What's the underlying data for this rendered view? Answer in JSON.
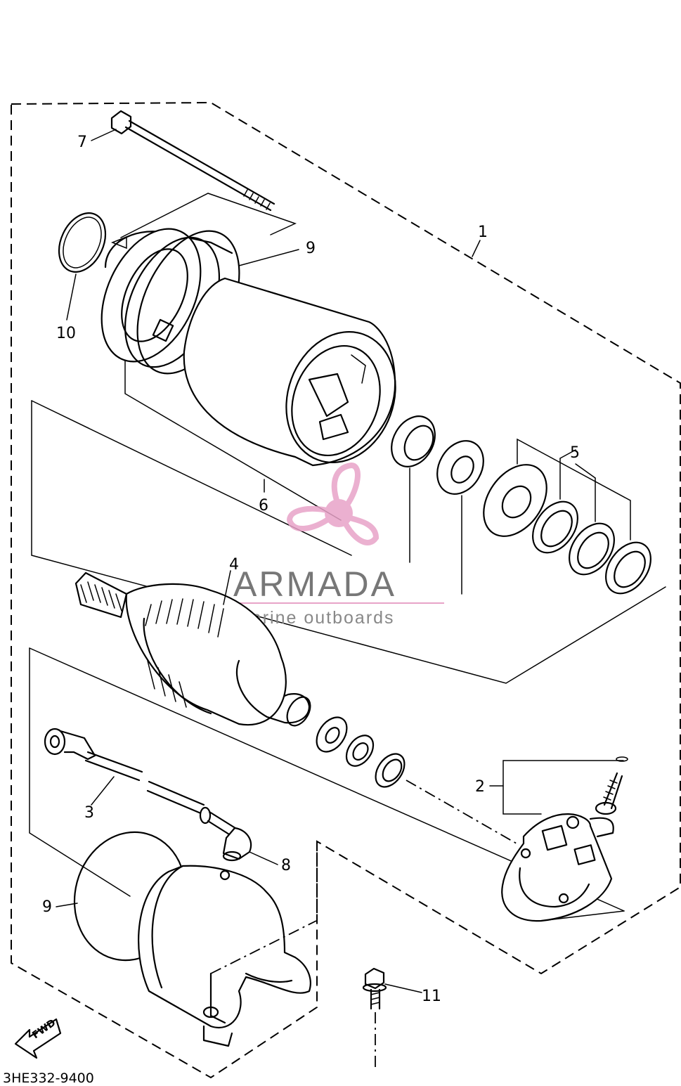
{
  "diagram_code": "3HE332-9400",
  "direction_label": "FWD",
  "watermark": {
    "brand": "ARMADA",
    "tagline": "marine outboards",
    "brand_color": "#777777",
    "accent_color": "#E8A3C8",
    "logo_icon": "propeller-icon"
  },
  "callouts": {
    "c1": "1",
    "c2": "2",
    "c3": "3",
    "c4": "4",
    "c5": "5",
    "c6": "6",
    "c7": "7",
    "c8": "8",
    "c9a": "9",
    "c9b": "9",
    "c10": "10",
    "c11": "11"
  }
}
